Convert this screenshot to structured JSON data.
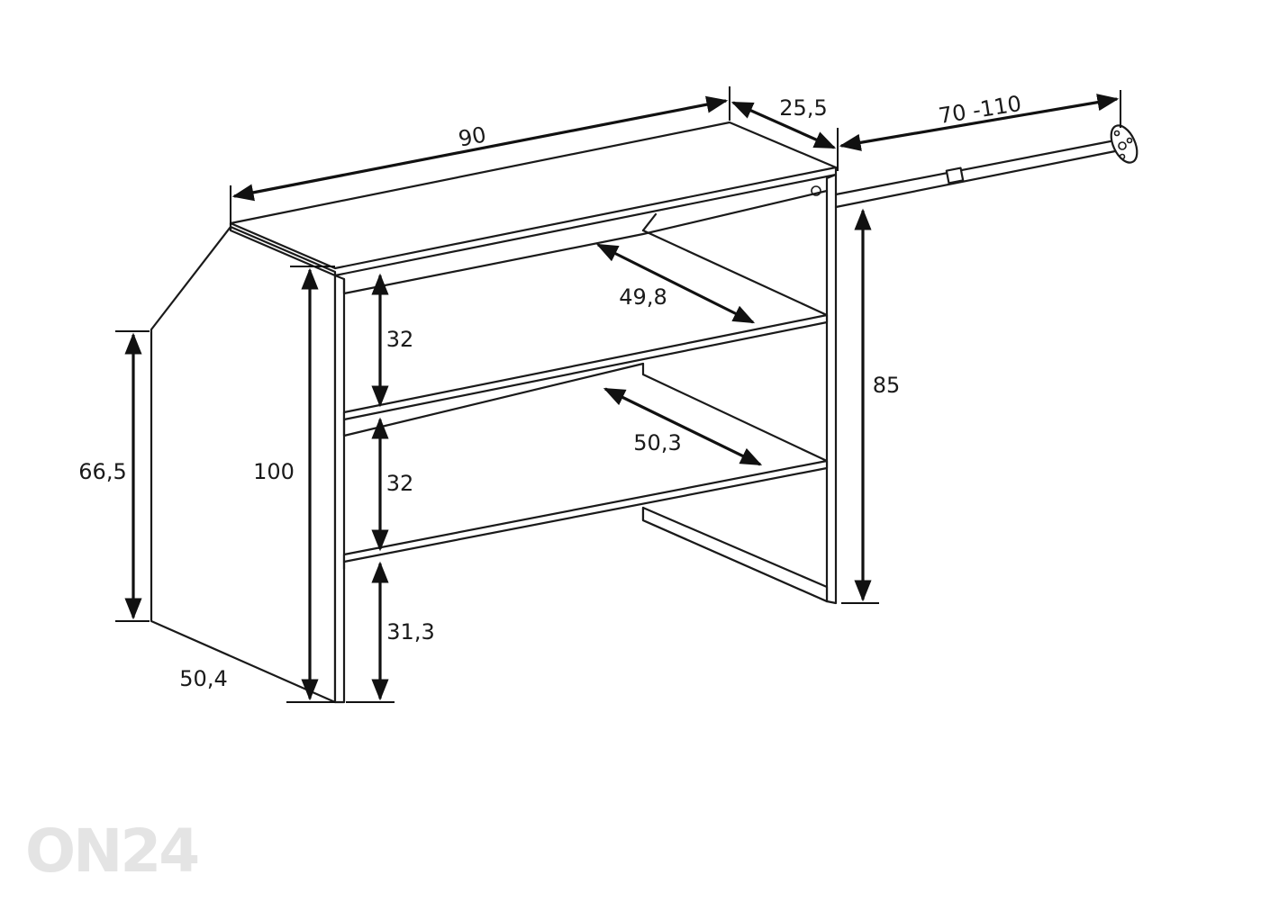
{
  "dimensions": {
    "width": "90",
    "depth": "25,5",
    "rod": "70 -110",
    "shelf_depth_top": "49,8",
    "shelf_depth_bottom": "50,3",
    "shelf_gap_top": "32",
    "shelf_gap_middle": "32",
    "bottom_gap": "31,3",
    "total_height": "100",
    "side_height": "66,5",
    "base_depth": "50,4",
    "inner_height": "85"
  },
  "watermark": "ON24"
}
